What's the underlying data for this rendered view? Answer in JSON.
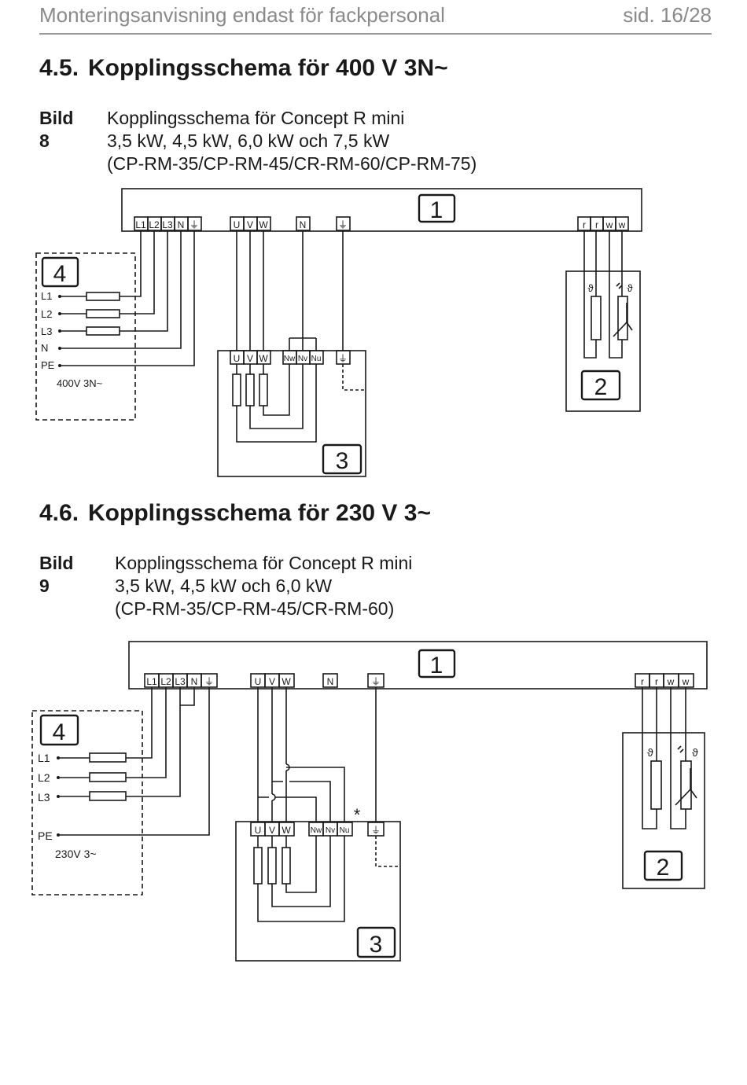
{
  "header": {
    "title": "Monteringsanvisning endast för fackpersonal",
    "page": "sid. 16/28"
  },
  "sections": [
    {
      "number": "4.5.",
      "title": "Kopplingsschema för 400 V 3N~",
      "caption_label": "Bild 8",
      "caption_lines": [
        "Kopplingsschema för Concept R mini",
        "3,5 kW, 4,5 kW, 6,0 kW och 7,5 kW",
        "(CP-RM-35/CP-RM-45/CR-RM-60/CP-RM-75)"
      ],
      "diagram": {
        "box_numbers": [
          "1",
          "2",
          "3",
          "4"
        ],
        "top_terminals_left": [
          "L1",
          "L2",
          "L3",
          "N",
          "⏚"
        ],
        "top_terminals_mid": [
          "U",
          "V",
          "W"
        ],
        "top_terminal_n": "N",
        "top_terminal_earth": "⏚",
        "top_terminals_right": [
          "r",
          "r",
          "w",
          "w"
        ],
        "supply_lines": [
          "L1",
          "L2",
          "L3",
          "N",
          "PE"
        ],
        "supply_label": "400V 3N~",
        "heater_terminals": [
          "U",
          "V",
          "W"
        ],
        "heater_n_terminals": [
          "Nw",
          "Nv",
          "Nu"
        ],
        "sensor_symbol": "ϑ"
      }
    },
    {
      "number": "4.6.",
      "title": "Kopplingsschema för 230 V 3~",
      "caption_label": "Bild 9",
      "caption_lines": [
        "Kopplingsschema för Concept R mini",
        "3,5 kW, 4,5 kW och 6,0 kW",
        "(CP-RM-35/CP-RM-45/CR-RM-60)"
      ],
      "diagram": {
        "box_numbers": [
          "1",
          "2",
          "3",
          "4"
        ],
        "top_terminals_left": [
          "L1",
          "L2",
          "L3",
          "N",
          "⏚"
        ],
        "top_terminals_mid": [
          "U",
          "V",
          "W"
        ],
        "top_terminal_n": "N",
        "top_terminal_earth": "⏚",
        "top_terminals_right": [
          "r",
          "r",
          "w",
          "w"
        ],
        "supply_lines": [
          "L1",
          "L2",
          "L3",
          "PE"
        ],
        "supply_label": "230V 3~",
        "heater_terminals": [
          "U",
          "V",
          "W"
        ],
        "heater_n_terminals": [
          "Nw",
          "Nv",
          "Nu"
        ],
        "sensor_symbol": "ϑ",
        "note_marker": "*"
      }
    }
  ]
}
